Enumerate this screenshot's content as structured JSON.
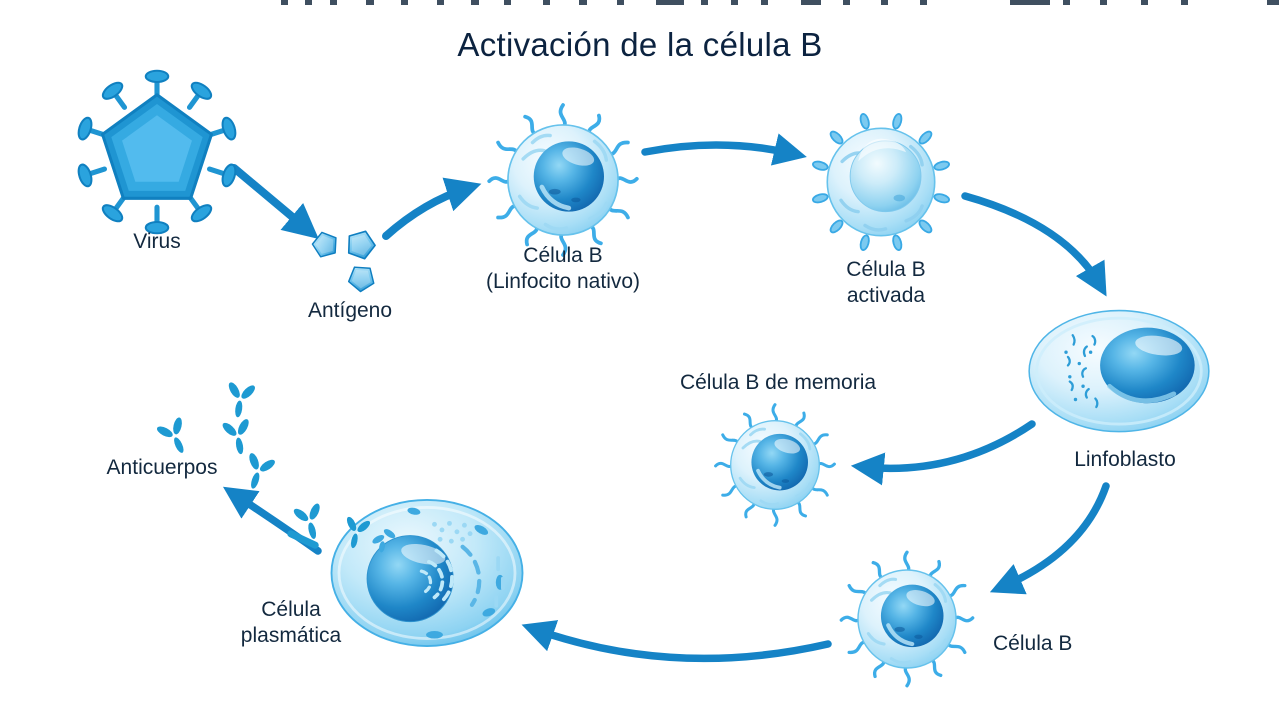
{
  "title": "Activación de la célula B",
  "nodes": {
    "virus": {
      "label": "Virus"
    },
    "antigen": {
      "label": "Antígeno"
    },
    "naive_b_cell": {
      "line1": "Célula B",
      "line2": "(Linfocito nativo)"
    },
    "activated_b_cell": {
      "line1": "Célula B",
      "line2": "activada"
    },
    "lymphoblast": {
      "label": "Linfoblasto"
    },
    "memory_b_cell": {
      "label": "Célula B de memoria"
    },
    "b_cell": {
      "label": "Célula B"
    },
    "plasma_cell": {
      "line1": "Célula",
      "line2": "plasmática"
    },
    "antibodies": {
      "label": "Anticuerpos"
    }
  },
  "colors": {
    "title_text": "#0c2340",
    "label_text": "#13293f",
    "arrow_blue": "#1583c6",
    "cell_light_blue": "#bfe7f8",
    "nucleus_blue": "#1f87c8"
  }
}
